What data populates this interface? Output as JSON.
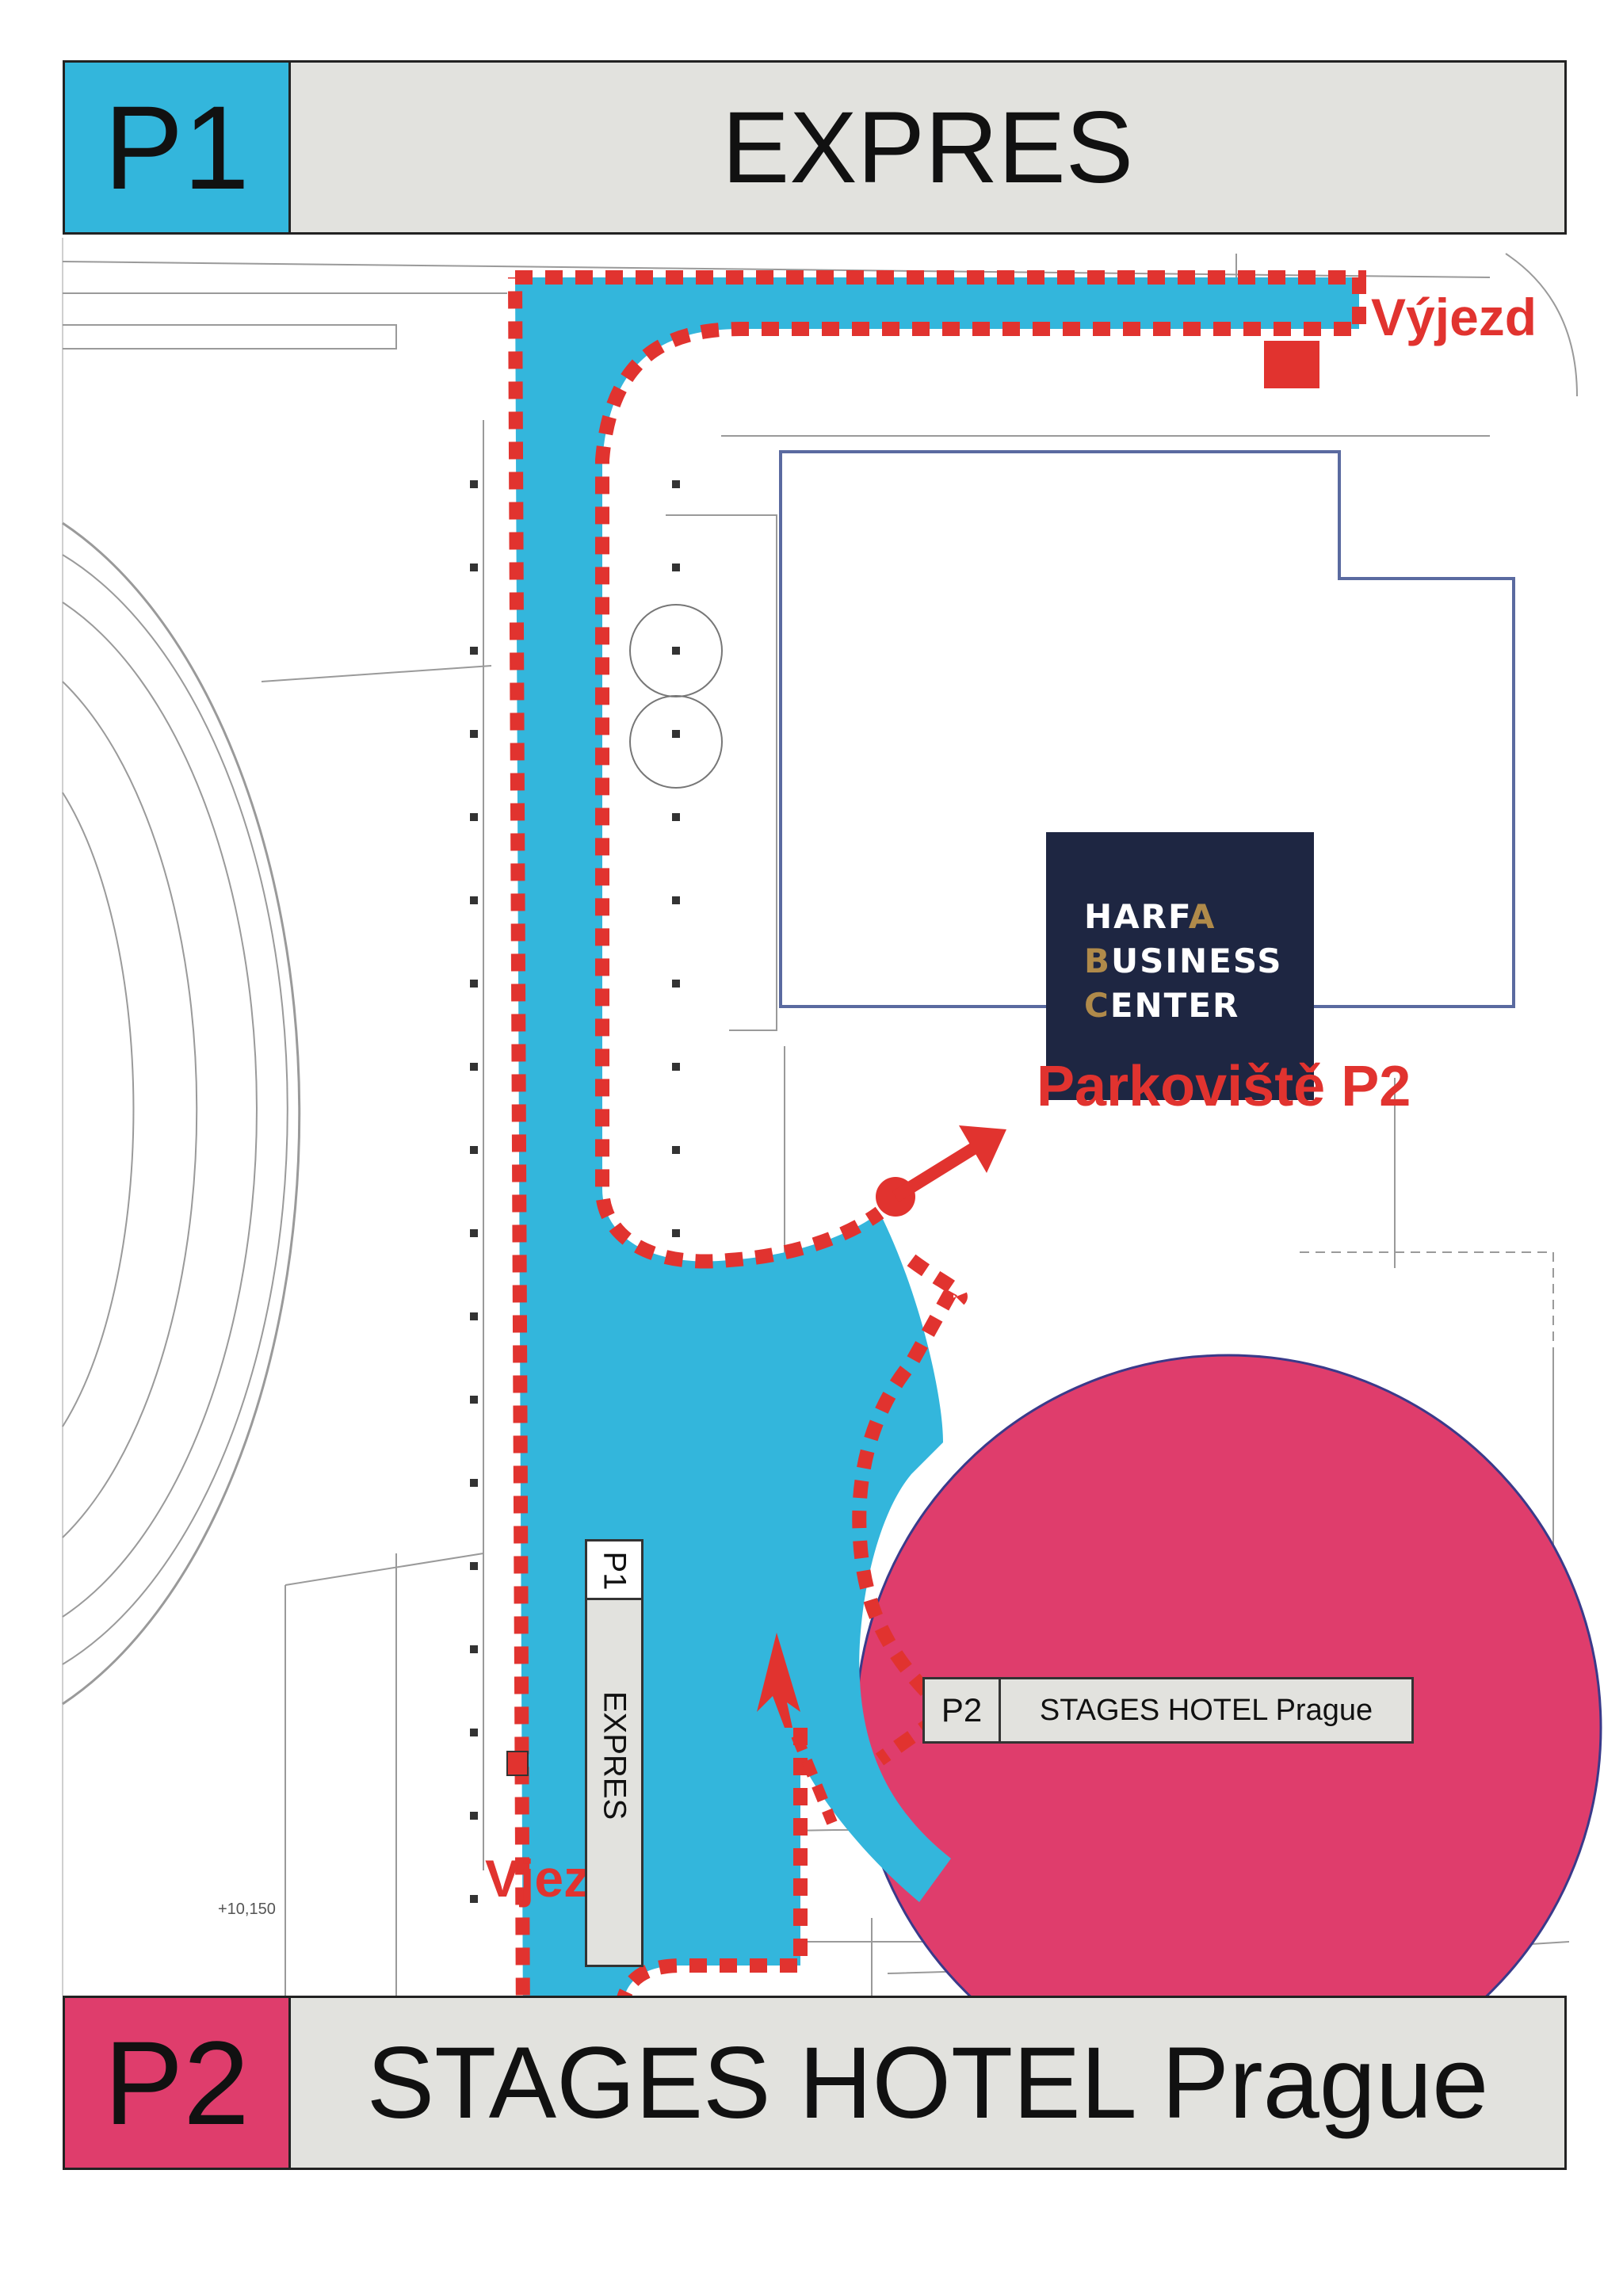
{
  "banners": {
    "top": {
      "code": "P1",
      "name": "EXPRES",
      "color": "#33b6dc"
    },
    "bottom": {
      "code": "P2",
      "name": "STAGES HOTEL Prague",
      "color": "#df3d6c"
    }
  },
  "map": {
    "route_color": "#e1332f",
    "p1_area_color": "#33b6dc",
    "p2_area_color": "#df3d6c",
    "labels": {
      "exit": "Výjezd",
      "entry": "Vjezd",
      "to_p2": "Parkoviště P2"
    },
    "p1_marker": {
      "code": "P1",
      "name": "EXPRES"
    },
    "p2_marker": {
      "code": "P2",
      "name": "STAGES HOTEL Prague"
    },
    "building_logo": {
      "line1_prefix": "HARF",
      "line1_accent": "A",
      "line2_accent": "B",
      "line2_rest": "USINESS",
      "line3_accent": "C",
      "line3_rest": "ENTER",
      "accent_color": "#b08a4a",
      "background": "#1e2642"
    },
    "plan_annotations": [
      "+10,150"
    ]
  }
}
